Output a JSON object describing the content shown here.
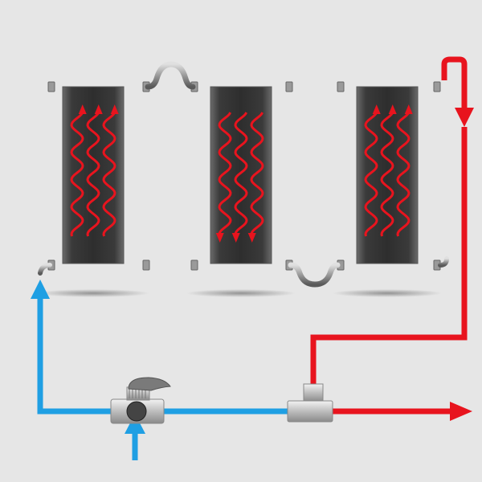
{
  "diagram": {
    "panel_count": 3,
    "panels": [
      {
        "id": "left",
        "flow": "up"
      },
      {
        "id": "middle",
        "flow": "down"
      },
      {
        "id": "right",
        "flow": "up"
      }
    ],
    "wave_lines_per_panel": 3,
    "flows": {
      "cold_inlet": {
        "direction": "up"
      },
      "hot_outlet": {
        "direction": "right"
      },
      "feed_down": {
        "direction": "down"
      }
    },
    "colors": {
      "background": "#e6e6e6",
      "panel": "#3d3d3d",
      "hot": "#e8141e",
      "cold": "#1f9fe3",
      "pipe": "#8c8c8c",
      "metal": "#c8c8c8",
      "handle": "#7a7a7a"
    }
  }
}
